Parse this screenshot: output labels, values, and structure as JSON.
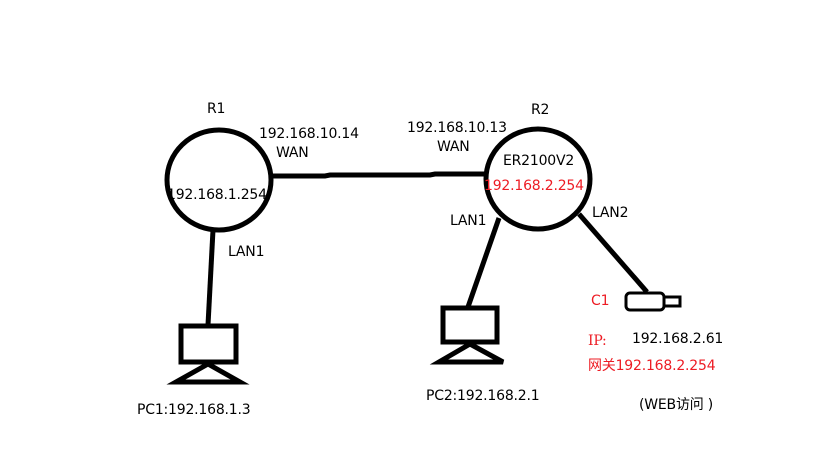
{
  "colors": {
    "line": "#000000",
    "accent_red": "#ed1c24",
    "background": "#ffffff"
  },
  "routers": {
    "r1": {
      "name": "R1",
      "wan_ip": "192.168.10.14",
      "wan_label": "WAN",
      "lan_ip": "192.168.1.254",
      "lan1_label": "LAN1"
    },
    "r2": {
      "name": "R2",
      "model": "ER2100V2",
      "wan_ip": "192.168.10.13",
      "wan_label": "WAN",
      "lan_ip": "192.168.2.254",
      "lan1_label": "LAN1",
      "lan2_label": "LAN2"
    }
  },
  "pcs": {
    "pc1": {
      "label": "PC1:192.168.1.3",
      "icon": "computer-icon"
    },
    "pc2": {
      "label": "PC2:192.168.2.1",
      "icon": "computer-icon"
    }
  },
  "camera": {
    "name": "C1",
    "icon": "camera-icon",
    "ip_label": "IP:",
    "ip_value": "192.168.2.61",
    "gateway_label": "网关192.168.2.254",
    "note": "(WEB访问 )"
  }
}
